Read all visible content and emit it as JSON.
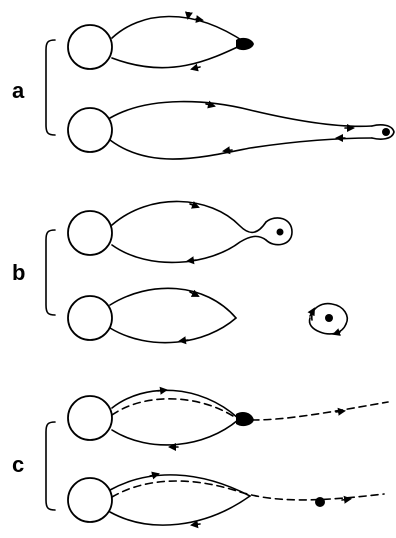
{
  "panels": [
    {
      "id": "a",
      "label": "a"
    },
    {
      "id": "b",
      "label": "b"
    },
    {
      "id": "c",
      "label": "c"
    }
  ]
}
